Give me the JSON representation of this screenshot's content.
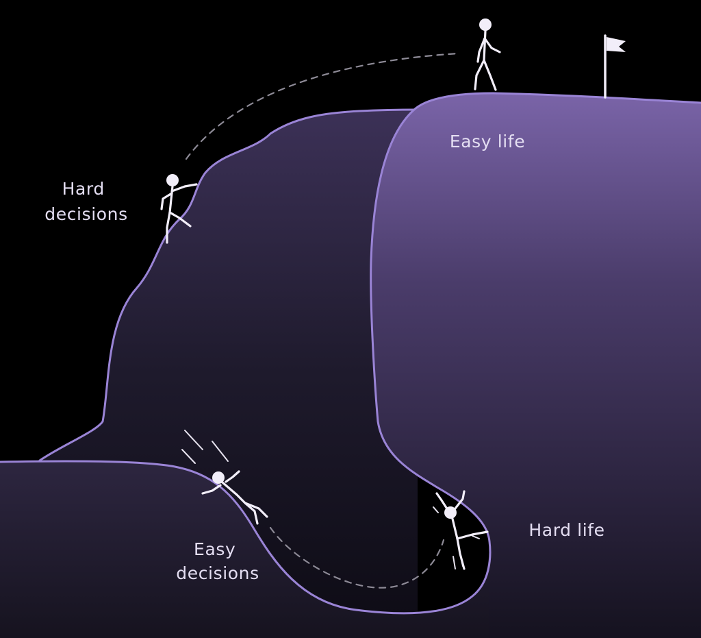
{
  "labels": {
    "hard_decisions": [
      "Hard",
      "decisions"
    ],
    "easy_life": "Easy life",
    "easy_decisions": [
      "Easy",
      "decisions"
    ],
    "hard_life": "Hard life"
  },
  "colors": {
    "background": "#000000",
    "outline": "#9a84d6",
    "plateau_top": "#7a64a8",
    "plateau_bottom": "#1a1626",
    "figure": "#f2eef9",
    "text": "#e4def2"
  },
  "icons": [
    "stick-figure-walking",
    "stick-figure-climbing",
    "stick-figure-falling",
    "stick-figure-struggling",
    "flag-icon"
  ]
}
